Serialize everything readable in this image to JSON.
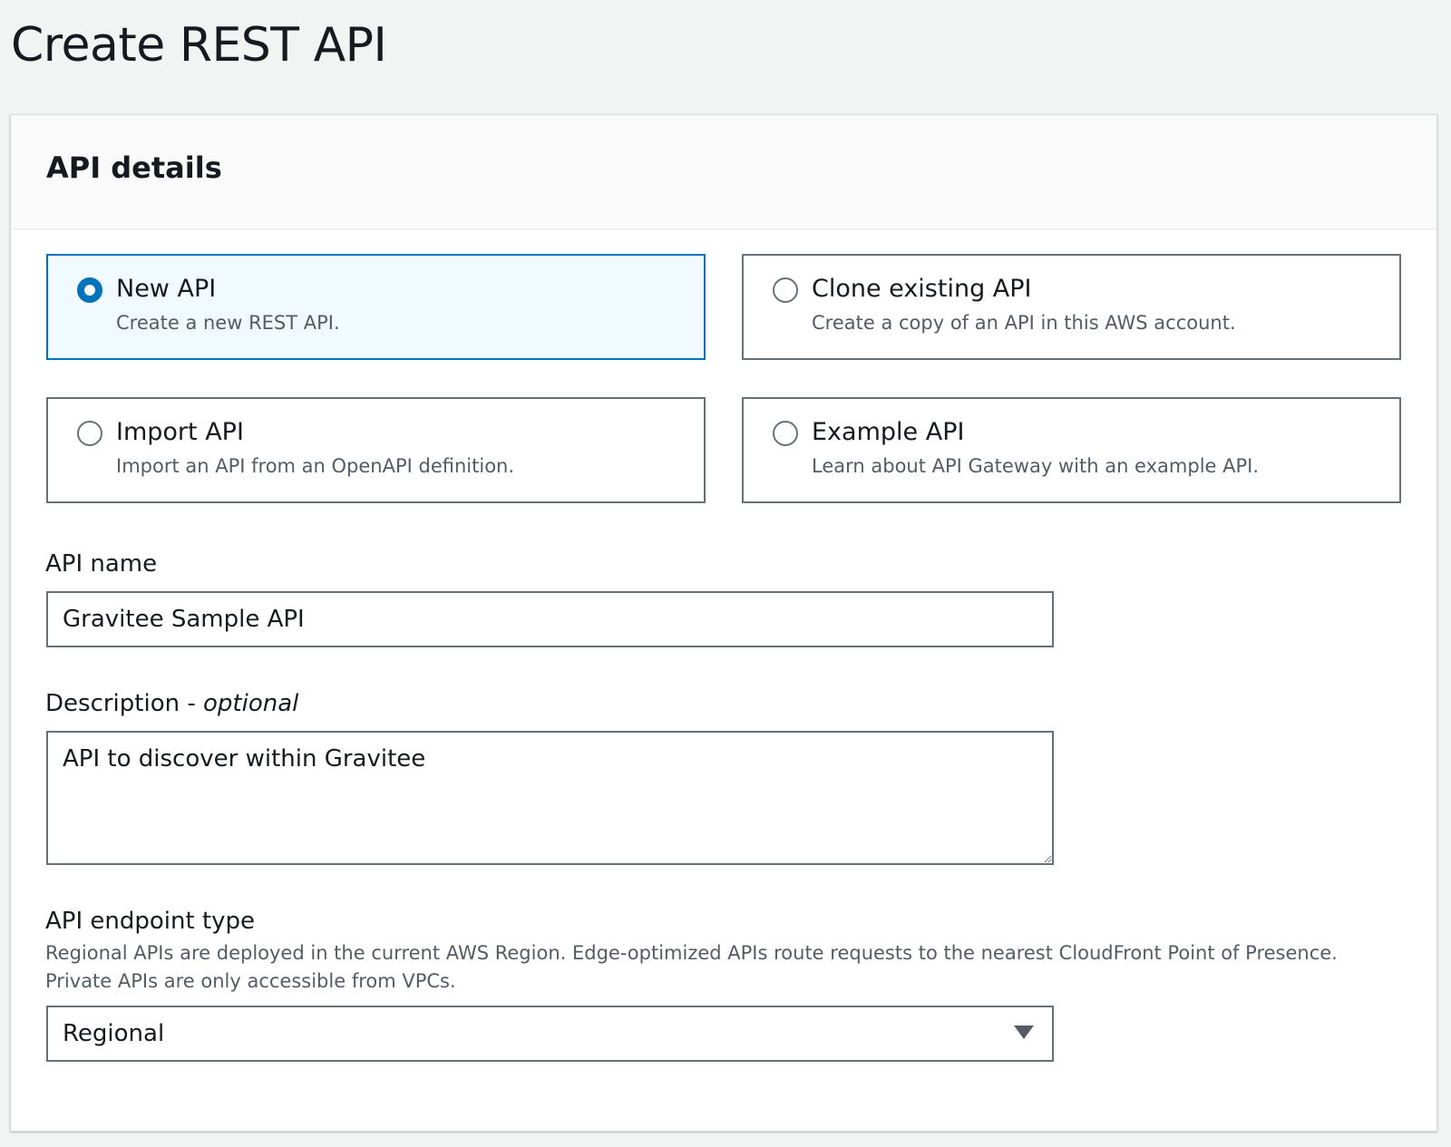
{
  "page": {
    "title": "Create REST API"
  },
  "panel": {
    "title": "API details"
  },
  "api_type_options": [
    {
      "label": "New API",
      "description": "Create a new REST API.",
      "selected": true
    },
    {
      "label": "Clone existing API",
      "description": "Create a copy of an API in this AWS account.",
      "selected": false
    },
    {
      "label": "Import API",
      "description": "Import an API from an OpenAPI definition.",
      "selected": false
    },
    {
      "label": "Example API",
      "description": "Learn about API Gateway with an example API.",
      "selected": false
    }
  ],
  "api_name": {
    "label": "API name",
    "value": "Gravitee Sample API"
  },
  "description": {
    "label": "Description - ",
    "optional_label": "optional",
    "value": "API to discover within Gravitee"
  },
  "endpoint_type": {
    "label": "API endpoint type",
    "help": "Regional APIs are deployed in the current AWS Region. Edge-optimized APIs route requests to the nearest CloudFront Point of Presence. Private APIs are only accessible from VPCs.",
    "selected": "Regional"
  },
  "colors": {
    "accent": "#0073bb",
    "selected_tile_bg": "#f1faff",
    "page_bg": "#f2f3f3"
  },
  "icons": {
    "select_caret": "caret-down-icon"
  }
}
